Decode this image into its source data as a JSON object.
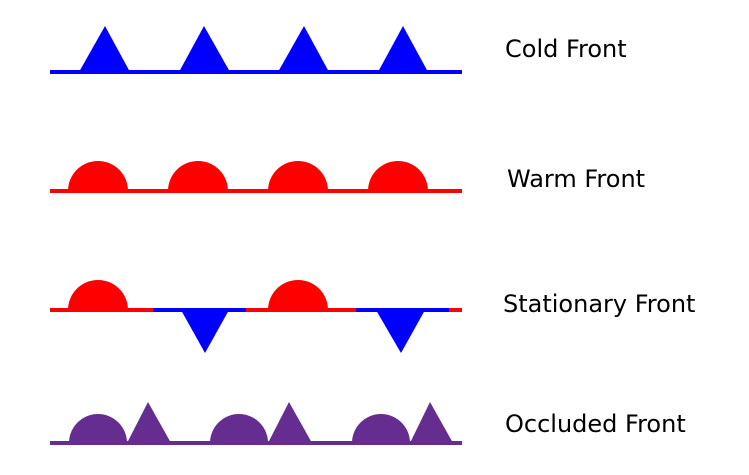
{
  "colors": {
    "cold": "#0000ff",
    "warm": "#ff0000",
    "occluded": "#662d91"
  },
  "legend": [
    {
      "id": "cold",
      "label": "Cold Front",
      "symbol": "triangles-up"
    },
    {
      "id": "warm",
      "label": "Warm Front",
      "symbol": "semicircles-up"
    },
    {
      "id": "stationary",
      "label": "Stationary Front",
      "symbol": "alternating-semicircles-up-triangles-down"
    },
    {
      "id": "occluded",
      "label": "Occluded Front",
      "symbol": "semicircle-triangle-pairs-up"
    }
  ]
}
